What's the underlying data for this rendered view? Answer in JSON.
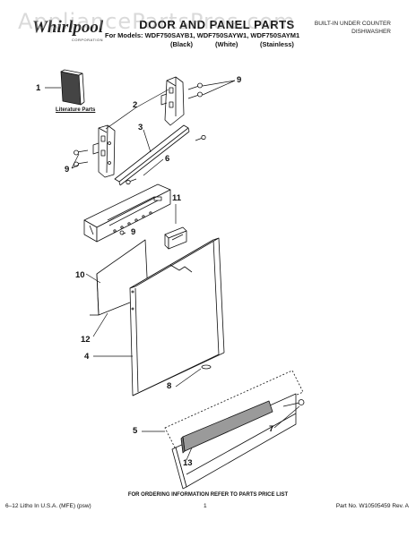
{
  "watermark": "AppliancePartsPros.com",
  "header": {
    "brand": "Whirlpool",
    "brand_sub": "CORPORATION",
    "title": "DOOR AND PANEL PARTS",
    "models": "For Models: WDF750SAYB1, WDF750SAYW1, WDF750SAYM1",
    "variants": [
      "(Black)",
      "(White)",
      "(Stainless)"
    ],
    "product_type": [
      "BUILT-IN UNDER COUNTER",
      "DISHWASHER"
    ]
  },
  "literature_label": "Literature Parts",
  "callouts": [
    "1",
    "2",
    "3",
    "9",
    "6",
    "9",
    "11",
    "9",
    "10",
    "12",
    "4",
    "8",
    "5",
    "13",
    "7"
  ],
  "footer": {
    "ordering": "FOR ORDERING INFORMATION REFER TO PARTS PRICE LIST",
    "left": "6–12 Litho In U.S.A. (MFE) (psw)",
    "page": "1",
    "right": "Part No. W10505459 Rev. A"
  },
  "colors": {
    "ink": "#111111",
    "foam": "#9a9a9a",
    "paper": "#ffffff"
  }
}
